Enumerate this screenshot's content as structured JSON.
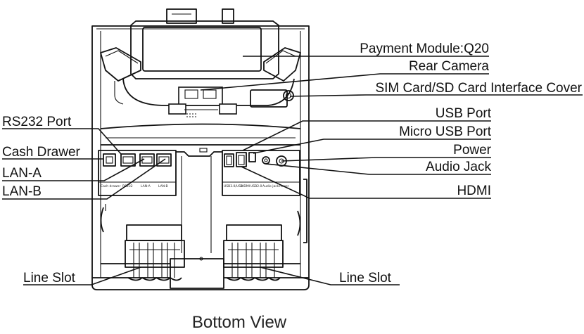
{
  "caption": "Bottom View",
  "callouts": {
    "payment_module": "Payment Module:Q20",
    "rear_camera": "Rear Camera",
    "sim_sd_cover": "SIM Card/SD Card Interface Cover",
    "usb_port": "USB Port",
    "micro_usb_port": "Micro USB Port",
    "power": "Power",
    "audio_jack": "Audio Jack",
    "hdmi": "HDMI",
    "rs232_port": "RS232 Port",
    "cash_drawer": "Cash Drawer",
    "lan_a": "LAN-A",
    "lan_b": "LAN-B",
    "line_slot_left": "Line Slot",
    "line_slot_right": "Line Slot"
  },
  "panel_prints": {
    "left": {
      "cash_drawer": "Cash drawer",
      "rs232": "RS232",
      "lan_a": "LAN-A",
      "lan_b": "LAN-B"
    },
    "right": {
      "usb": "USB3.0/USB",
      "hdmi": "HDMI",
      "usb2": "USB2.0",
      "audio": "Audio jack",
      "power": "Power"
    }
  }
}
